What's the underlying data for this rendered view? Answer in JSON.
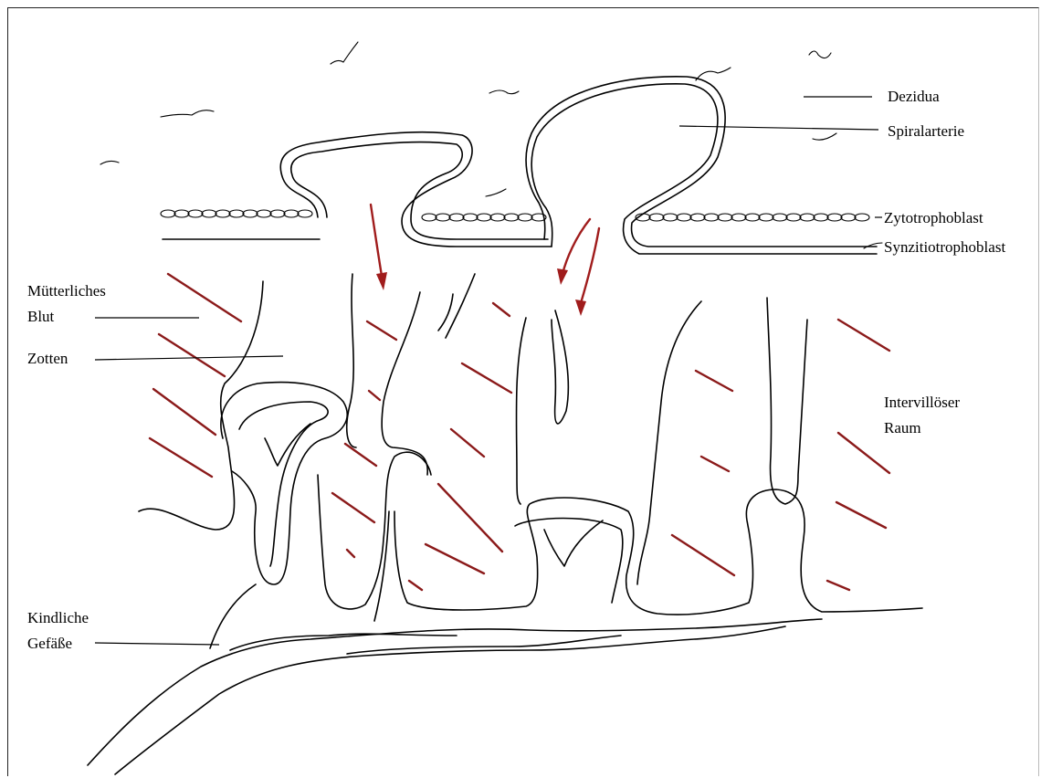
{
  "labels": {
    "dezidua": "Dezidua",
    "spiralarterie": "Spiralarterie",
    "zytotrophoblast": "Zytotrophoblast",
    "synzitiotrophoblast": "Synzitiotrophoblast",
    "muetterliches_line1": "Mütterliches",
    "muetterliches_line2": "Blut",
    "zotten": "Zotten",
    "intervilloeser_line1": "Intervillöser",
    "intervilloeser_line2": "Raum",
    "kindliche_line1": "Kindliche",
    "kindliche_line2": "Gefäße"
  },
  "colors": {
    "ink": "#000000",
    "maternal_blood": "#8b1a1a",
    "flow_arrow": "#a01c1c"
  }
}
